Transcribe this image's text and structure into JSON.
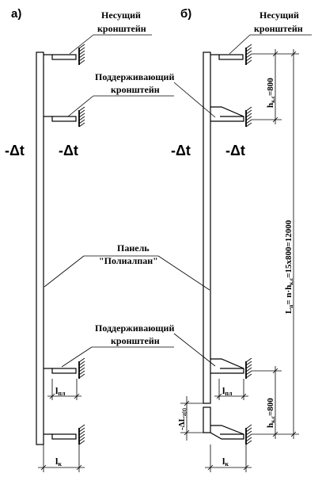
{
  "panel_a": {
    "label": "а)",
    "bearing_bracket": [
      "Несущий",
      "кронштейн"
    ],
    "support_bracket_top": [
      "Поддерживающий",
      "кронштейн"
    ],
    "panel_label": [
      "Панель",
      "\"Полиалпан\""
    ],
    "support_bracket_bottom": [
      "Поддерживающий",
      "кронштейн"
    ],
    "thermal_left": "-Δt",
    "thermal_right": "-Δt",
    "dim_lpl": "l",
    "dim_lpl_sub": "пл",
    "dim_lk": "l",
    "dim_lk_sub": "к"
  },
  "panel_b": {
    "label": "б)",
    "bearing_bracket": [
      "Несущий",
      "кронштейн"
    ],
    "thermal_left": "-Δt",
    "thermal_right": "-Δt",
    "dim_hkc_top": "h",
    "dim_hkc_top_sub": "к.с",
    "dim_hkc_top_val": "=800",
    "dim_total": "L",
    "dim_total_sub": "п",
    "dim_total_mid": "= n·h",
    "dim_total_sub2": "к.с",
    "dim_total_val": "=15x800=12000",
    "dim_hkc_bottom": "h",
    "dim_hkc_bottom_sub": "к.с",
    "dim_hkc_bottom_val": "=800",
    "dim_delta": "-ΔL",
    "dim_delta_sub": "z(t)",
    "dim_lpl": "l",
    "dim_lpl_sub": "пл",
    "dim_lk": "l",
    "dim_lk_sub": "к"
  }
}
